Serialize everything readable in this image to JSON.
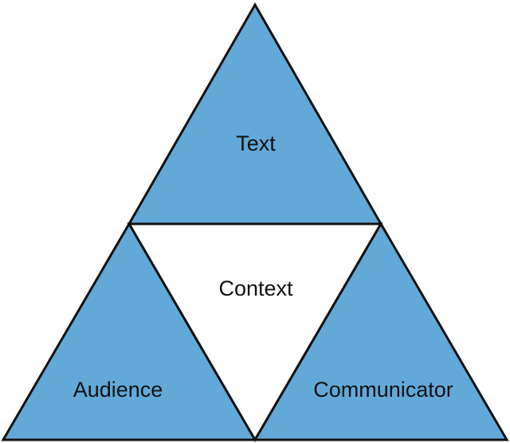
{
  "diagram": {
    "fill_color": "#62a9d8",
    "center_fill_color": "#ffffff",
    "stroke_color": "#111111",
    "labels": {
      "top": "Text",
      "center": "Context",
      "left": "Audience",
      "right": "Communicator"
    }
  }
}
